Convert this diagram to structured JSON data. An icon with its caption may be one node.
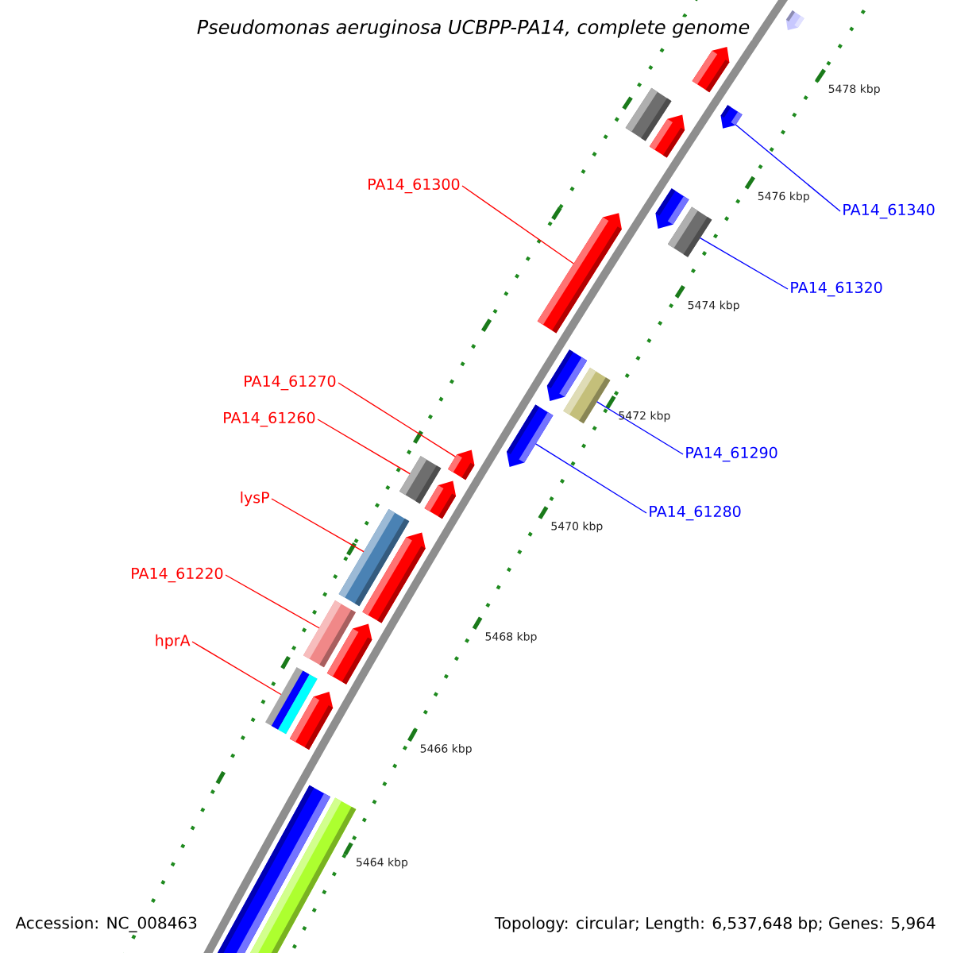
{
  "diagram": {
    "title": "Pseudomonas aeruginosa UCBPP-PA14, complete genome",
    "nodes": [
      {
        "text": [
          "PA14_61300"
        ]
      },
      {
        "text": [
          "PA14_61340"
        ]
      },
      {
        "text": [
          "PA14_61320"
        ]
      },
      {
        "text": [
          "PA14_61270"
        ]
      },
      {
        "text": [
          "PA14_61260"
        ]
      },
      {
        "text": [
          "PA14_61290"
        ]
      },
      {
        "text": [
          "lysP"
        ]
      },
      {
        "text": [
          "PA14_61280"
        ]
      },
      {
        "text": [
          "PA14_61220"
        ]
      },
      {
        "text": [
          "hprA"
        ]
      },
      {
        "text": [],
        "shape": "pentagon"
      },
      {
        "text": [],
        "shape": "pentagon"
      },
      {
        "text": [],
        "shape": "box"
      },
      {
        "text": [],
        "shape": "pentagon"
      },
      {
        "text": [],
        "shape": "pentagon"
      },
      {
        "text": [],
        "shape": "pentagon"
      },
      {
        "text": [],
        "shape": "box"
      },
      {
        "text": [],
        "shape": "pentagon"
      },
      {
        "text": [],
        "shape": "pentagon"
      },
      {
        "text": [],
        "shape": "box"
      },
      {
        "text": [],
        "shape": "pentagon"
      },
      {
        "text": [],
        "shape": "pentagon"
      },
      {
        "text": [],
        "shape": "box"
      },
      {
        "text": [],
        "shape": "pentagon"
      },
      {
        "text": [],
        "shape": "box"
      },
      {
        "text": [],
        "shape": "pentagon"
      },
      {
        "text": [],
        "shape": "box"
      },
      {
        "text": [],
        "shape": "pentagon"
      },
      {
        "text": [],
        "shape": "box"
      },
      {
        "text": [],
        "shape": "pentagon"
      },
      {
        "text": [],
        "shape": "pentagon"
      },
      {
        "text": [],
        "shape": "box"
      }
    ],
    "edges": [
      {
        "from": 0,
        "to": 17,
        "arrow": "none",
        "color": "#ff0000"
      },
      {
        "from": 1,
        "to": 14,
        "arrow": "none",
        "color": "#0000ff"
      },
      {
        "from": 2,
        "to": 16,
        "arrow": "none",
        "color": "#0000ff"
      },
      {
        "from": 3,
        "to": 21,
        "arrow": "none",
        "color": "#ff0000"
      },
      {
        "from": 4,
        "to": 22,
        "arrow": "none",
        "color": "#ff0000"
      },
      {
        "from": 5,
        "to": 19,
        "arrow": "none",
        "color": "#0000ff"
      },
      {
        "from": 6,
        "to": 24,
        "arrow": "none",
        "color": "#ff0000"
      },
      {
        "from": 7,
        "to": 20,
        "arrow": "none",
        "color": "#0000ff"
      },
      {
        "from": 8,
        "to": 26,
        "arrow": "none",
        "color": "#ff0000"
      },
      {
        "from": 9,
        "to": 28,
        "arrow": "none",
        "color": "#ff0000"
      }
    ],
    "labels": [
      "5478 kbp",
      "5476 kbp",
      "5474 kbp",
      "5472 kbp",
      "5470 kbp",
      "5468 kbp",
      "5466 kbp",
      "5464 kbp",
      "Accession: NC_008463",
      "Topology: circular; Length: 6,537,648 bp; Genes: 5,964"
    ]
  }
}
